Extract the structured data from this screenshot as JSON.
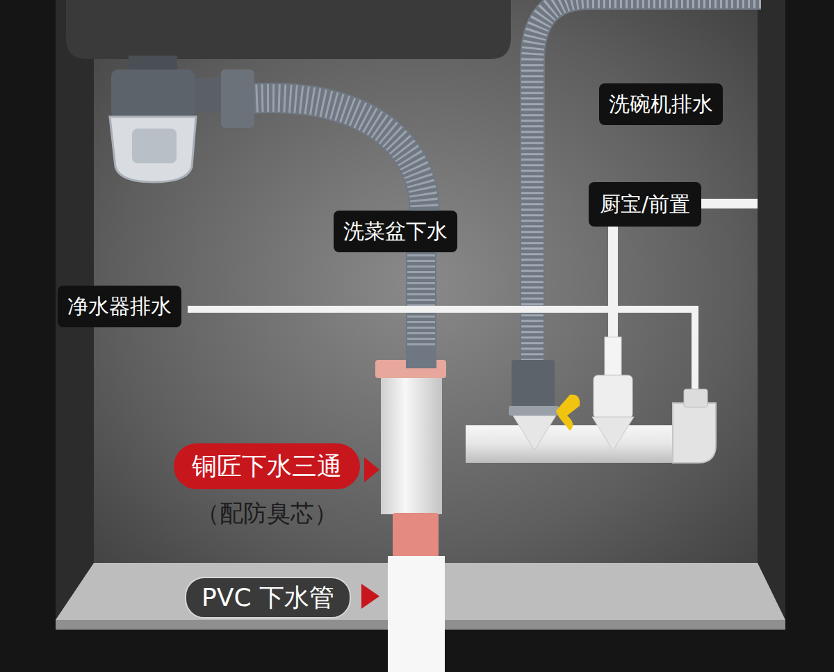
{
  "diagram": {
    "nodes": [
      {
        "text": [
          "洗碗机排水"
        ]
      },
      {
        "text": [
          "厨宝/前置"
        ]
      },
      {
        "text": [
          "洗菜盆下水"
        ]
      },
      {
        "text": [
          "净水器排水"
        ]
      },
      {
        "text": [
          "铜匠下水三通",
          "（配防臭芯）"
        ]
      },
      {
        "text": [
          "PVC 下水管"
        ]
      }
    ]
  }
}
